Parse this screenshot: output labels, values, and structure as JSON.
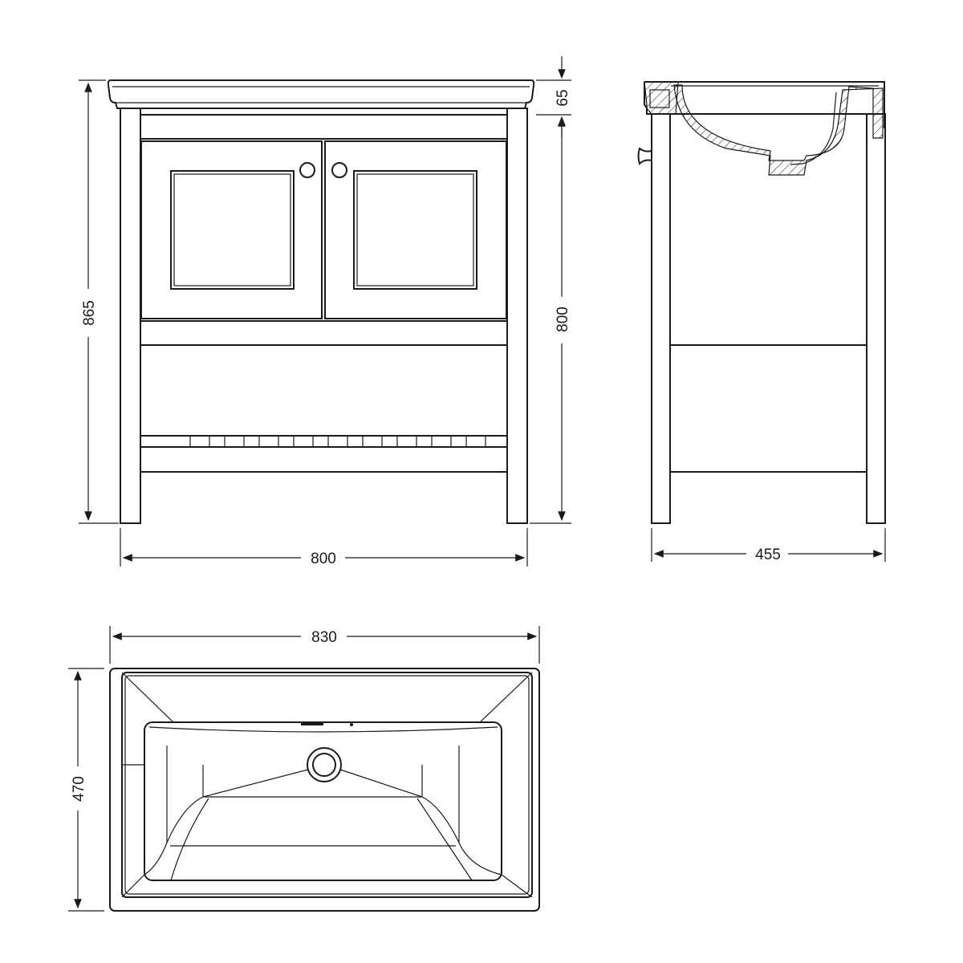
{
  "drawing": {
    "front_view": {
      "height_total": "865",
      "height_frame": "800",
      "top_thickness": "65",
      "width": "800"
    },
    "side_view": {
      "depth": "455"
    },
    "plan_view": {
      "width": "830",
      "depth": "470"
    },
    "line_color": "#1a1a1a"
  }
}
